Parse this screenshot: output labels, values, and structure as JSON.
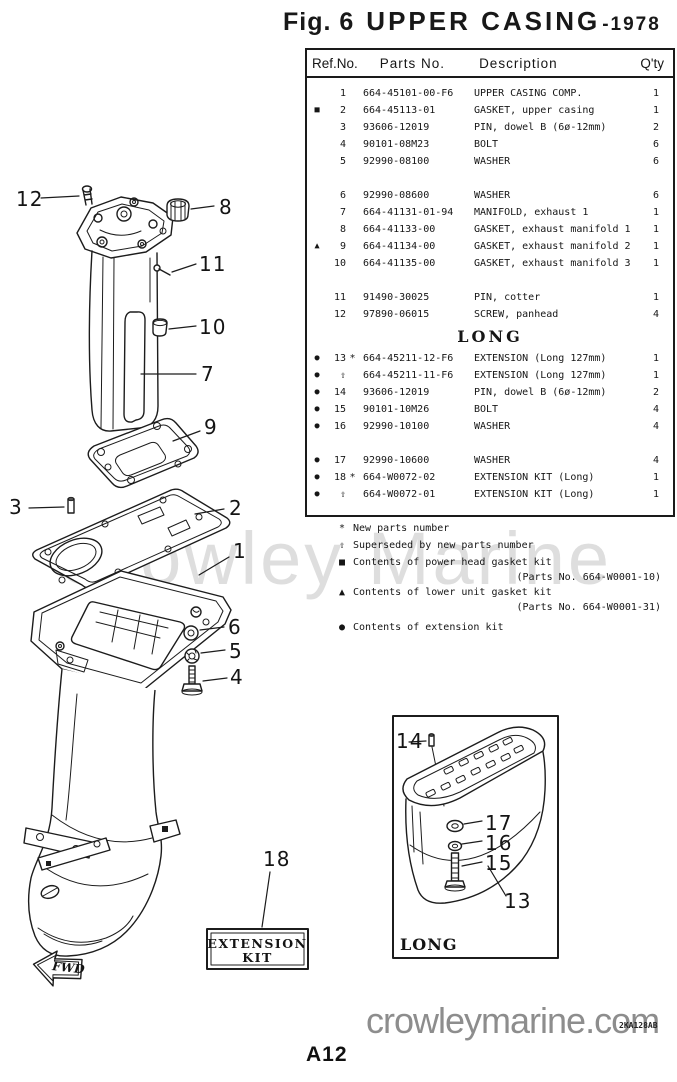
{
  "title": {
    "fig": "Fig. 6",
    "name": "UPPER CASING",
    "year": "-1978"
  },
  "table": {
    "headers": [
      "Ref.No.",
      "Parts  No.",
      "Description",
      "Q'ty"
    ],
    "rows": [
      {
        "type": "item",
        "marker": "",
        "ref": "1",
        "star": "",
        "parts": "664-45101-00-F6",
        "desc": "UPPER CASING COMP.",
        "qty": "1"
      },
      {
        "type": "item",
        "marker": "■",
        "ref": "2",
        "star": "",
        "parts": "664-45113-01",
        "desc": "GASKET, upper casing",
        "qty": "1"
      },
      {
        "type": "item",
        "marker": "",
        "ref": "3",
        "star": "",
        "parts": "93606-12019",
        "desc": "PIN, dowel B (6ø-12mm)",
        "qty": "2"
      },
      {
        "type": "item",
        "marker": "",
        "ref": "4",
        "star": "",
        "parts": "90101-08M23",
        "desc": "BOLT",
        "qty": "6"
      },
      {
        "type": "item",
        "marker": "",
        "ref": "5",
        "star": "",
        "parts": "92990-08100",
        "desc": "WASHER",
        "qty": "6"
      },
      {
        "type": "gap"
      },
      {
        "type": "item",
        "marker": "",
        "ref": "6",
        "star": "",
        "parts": "92990-08600",
        "desc": "WASHER",
        "qty": "6"
      },
      {
        "type": "item",
        "marker": "",
        "ref": "7",
        "star": "",
        "parts": "664-41131-01-94",
        "desc": "MANIFOLD, exhaust 1",
        "qty": "1"
      },
      {
        "type": "item",
        "marker": "",
        "ref": "8",
        "star": "",
        "parts": "664-41133-00",
        "desc": "GASKET, exhaust manifold 1",
        "qty": "1"
      },
      {
        "type": "item",
        "marker": "▲",
        "ref": "9",
        "star": "",
        "parts": "664-41134-00",
        "desc": "GASKET, exhaust manifold 2",
        "qty": "1"
      },
      {
        "type": "item",
        "marker": "",
        "ref": "10",
        "star": "",
        "parts": "664-41135-00",
        "desc": "GASKET, exhaust manifold 3",
        "qty": "1"
      },
      {
        "type": "gap"
      },
      {
        "type": "item",
        "marker": "",
        "ref": "11",
        "star": "",
        "parts": "91490-30025",
        "desc": "PIN, cotter",
        "qty": "1"
      },
      {
        "type": "item",
        "marker": "",
        "ref": "12",
        "star": "",
        "parts": "97890-06015",
        "desc": "SCREW, panhead",
        "qty": "4"
      },
      {
        "type": "section",
        "label": "LONG"
      },
      {
        "type": "item",
        "marker": "●",
        "ref": "13",
        "star": "*",
        "parts": "664-45211-12-F6",
        "desc": "EXTENSION (Long 127mm)",
        "qty": "1"
      },
      {
        "type": "item",
        "marker": "●",
        "ref": "⇧",
        "star": "",
        "parts": "664-45211-11-F6",
        "desc": "EXTENSION (Long 127mm)",
        "qty": "1"
      },
      {
        "type": "item",
        "marker": "●",
        "ref": "14",
        "star": "",
        "parts": "93606-12019",
        "desc": "PIN, dowel B (6ø-12mm)",
        "qty": "2"
      },
      {
        "type": "item",
        "marker": "●",
        "ref": "15",
        "star": "",
        "parts": "90101-10M26",
        "desc": "BOLT",
        "qty": "4"
      },
      {
        "type": "item",
        "marker": "●",
        "ref": "16",
        "star": "",
        "parts": "92990-10100",
        "desc": "WASHER",
        "qty": "4"
      },
      {
        "type": "gap"
      },
      {
        "type": "item",
        "marker": "●",
        "ref": "17",
        "star": "",
        "parts": "92990-10600",
        "desc": "WASHER",
        "qty": "4"
      },
      {
        "type": "item",
        "marker": "●",
        "ref": "18",
        "star": "*",
        "parts": "664-W0072-02",
        "desc": "EXTENSION KIT (Long)",
        "qty": "1"
      },
      {
        "type": "item",
        "marker": "●",
        "ref": "⇧",
        "star": "",
        "parts": "664-W0072-01",
        "desc": "EXTENSION KIT (Long)",
        "qty": "1"
      }
    ]
  },
  "legend": {
    "items": [
      {
        "symbol": "*",
        "text": "New parts number"
      },
      {
        "symbol": "⇧",
        "text": "Superseded by new parts number"
      },
      {
        "symbol": "■",
        "text": "Contents of power head gasket kit",
        "sub": "(Parts No. 664-W0001-10)"
      },
      {
        "symbol": "▲",
        "text": "Contents of lower unit gasket kit",
        "sub": "(Parts No. 664-W0001-31)"
      },
      {
        "symbol": "●",
        "text": "Contents of extension kit"
      }
    ]
  },
  "diagram": {
    "callouts": {
      "c1": "1",
      "c2": "2",
      "c3": "3",
      "c4": "4",
      "c5": "5",
      "c6": "6",
      "c7": "7",
      "c8": "8",
      "c9": "9",
      "c10": "10",
      "c11": "11",
      "c12": "12",
      "c13": "13",
      "c14": "14",
      "c15": "15",
      "c16": "16",
      "c17": "17",
      "c18": "18"
    },
    "fwd_label": "FWD",
    "extension_kit_line1": "EXTENSION",
    "extension_kit_line2": "KIT",
    "inset_label": "LONG"
  },
  "footer": {
    "watermark": "Crowley Marine",
    "site": "crowleymarine.com",
    "page": "A12",
    "plate_code": "2KA128AB"
  },
  "colors": {
    "ink": "#1c1c1c",
    "watermark": "#dedede",
    "site_gray": "#8d8d8d"
  }
}
